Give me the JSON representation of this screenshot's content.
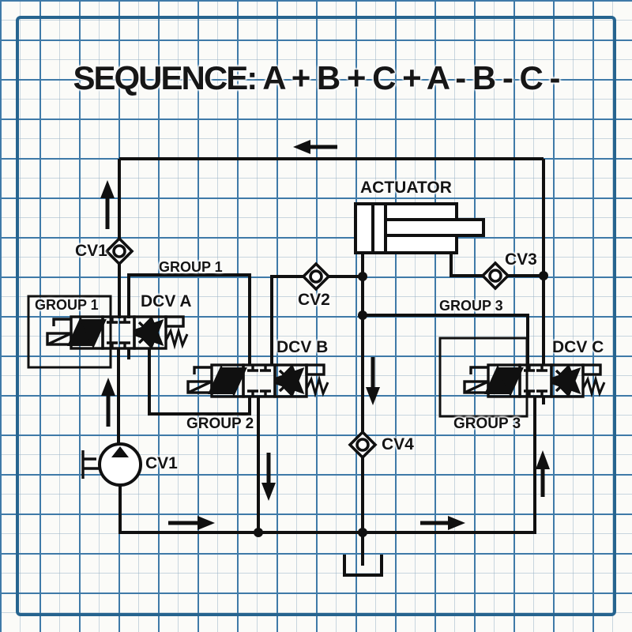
{
  "title": "SEQUENCE: A + B + C + A - B - C -",
  "labels": {
    "actuator": "ACTUATOR",
    "cv1_check": "CV1",
    "cv2": "CV2",
    "cv3": "CV3",
    "cv4": "CV4",
    "pump": "CV1",
    "dcv_a": "DCV A",
    "dcv_b": "DCV B",
    "dcv_c": "DCV C",
    "group1_box": "GROUP 1",
    "group1_line": "GROUP 1",
    "group2_line": "GROUP 2",
    "group3_line": "GROUP 3",
    "group3_box": "GROUP 3"
  },
  "icons": {
    "check_valves": [
      "check-valve-icon",
      "check-valve-icon",
      "check-valve-icon",
      "check-valve-icon"
    ],
    "pump": "pump-icon",
    "tank": "tank-icon",
    "cylinder": "cylinder-icon"
  },
  "colors": {
    "background": "#fbfbf8",
    "grid_major": "#3f7aa8",
    "grid_minor": "#96afc3",
    "frame": "#26648f",
    "line": "#101010"
  }
}
